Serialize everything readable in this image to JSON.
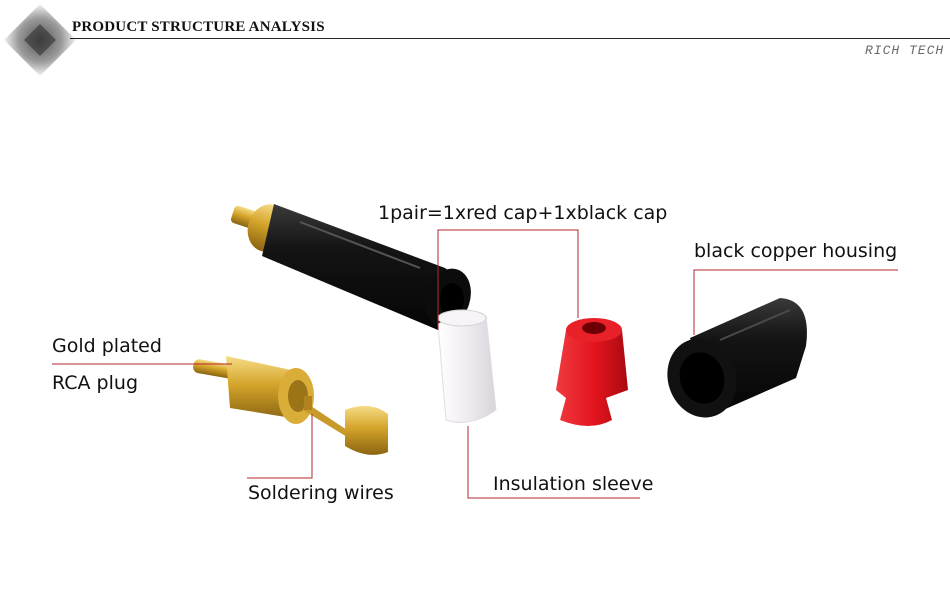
{
  "header": {
    "title": "PRODUCT STRUCTURE ANALYSIS",
    "brand": "RICH TECH"
  },
  "labels": {
    "cap": "1pair=1xred cap+1xblack cap",
    "housing": "black copper housing",
    "gold_line1": "Gold plated",
    "gold_line2": "RCA plug",
    "soldering": "Soldering wires",
    "sleeve": "Insulation sleeve"
  },
  "colors": {
    "leader_line": "#b3262b",
    "red_cap": "#e2141d",
    "housing": "#141414",
    "gold": "#d4a42a",
    "sleeve": "#efecf1"
  }
}
